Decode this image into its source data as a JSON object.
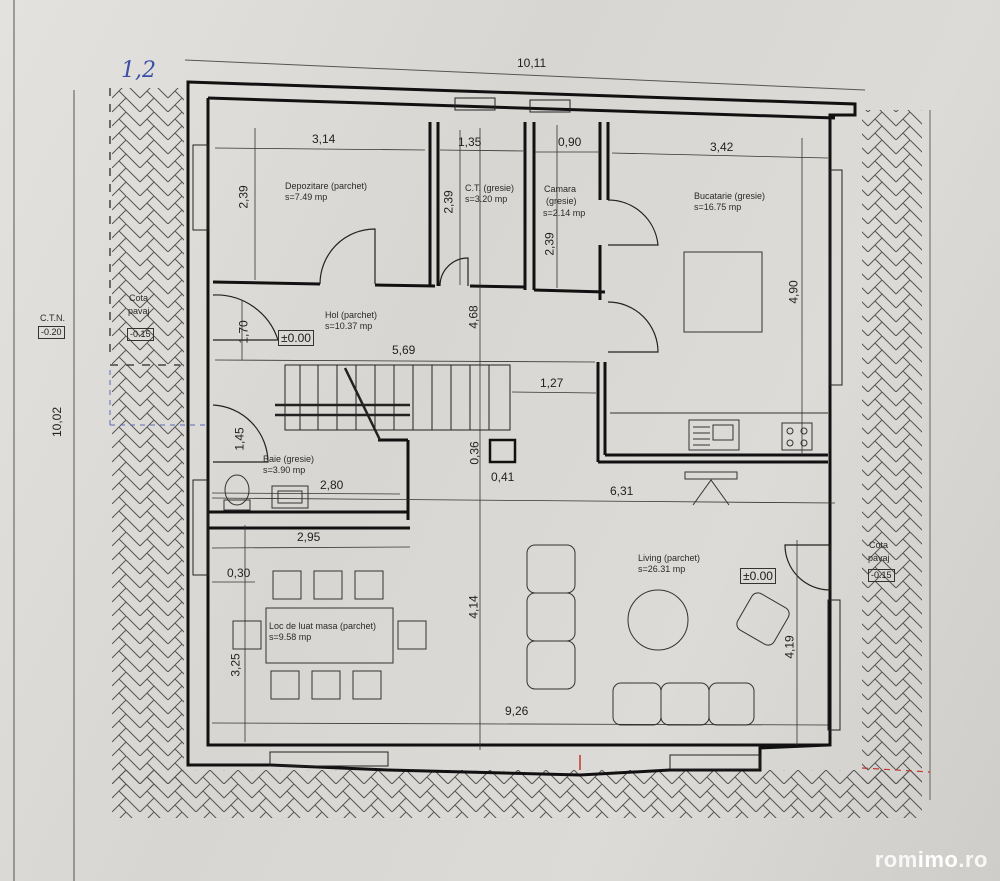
{
  "plan": {
    "handwritten_note": "1,2",
    "overall_width": "10,11",
    "overall_height": "10,02",
    "ctn": {
      "label": "C.T.N.",
      "value": "-0.20"
    },
    "cota_pavaj_left": {
      "label1": "Cota",
      "label2": "pavaj",
      "value": "-0.15"
    },
    "cota_pavaj_right": {
      "label1": "Cota",
      "label2": "pavaj",
      "value": "-0.15"
    },
    "level_hol": "±0.00",
    "level_living": "±0.00",
    "rooms": [
      {
        "name": "Depozitare (parchet)",
        "area": "s=7.49 mp"
      },
      {
        "name": "C.T. (gresie)",
        "area": "s=3.20 mp"
      },
      {
        "name1": "Camara",
        "name2": "(gresie)",
        "area": "s=2.14 mp"
      },
      {
        "name": "Bucatarie (gresie)",
        "area": "s=16.75 mp"
      },
      {
        "name": "Hol (parchet)",
        "area": "s=10.37 mp"
      },
      {
        "name": "Baie (gresie)",
        "area": "s=3.90 mp"
      },
      {
        "name": "Loc de luat masa (parchet)",
        "area": "s=9.58 mp"
      },
      {
        "name": "Living (parchet)",
        "area": "s=26.31 mp"
      }
    ],
    "dimensions": {
      "depozitare_w": "3,14",
      "depozitare_h": "2,39",
      "ct_w": "1,35",
      "ct_h": "2,39",
      "camara_w": "0,90",
      "camara_h": "2,39",
      "bucatarie_w": "3,42",
      "bucatarie_h": "4,90",
      "hol_h": "1,70",
      "hol_w": "5,69",
      "hol_vert": "4,68",
      "passage": "1,27",
      "baie_h": "1,45",
      "baie_w": "2,80",
      "column_h": "0,36",
      "column_w": "0,41",
      "living_w": "6,31",
      "dining_w": "2,95",
      "dining_offset": "0,30",
      "dining_h": "3,25",
      "middle_h": "4,14",
      "living_h": "4,19",
      "bottom_w": "9,26"
    }
  },
  "watermark": {
    "part1": "rom",
    "part2": "imo",
    "part3": ".ro"
  }
}
